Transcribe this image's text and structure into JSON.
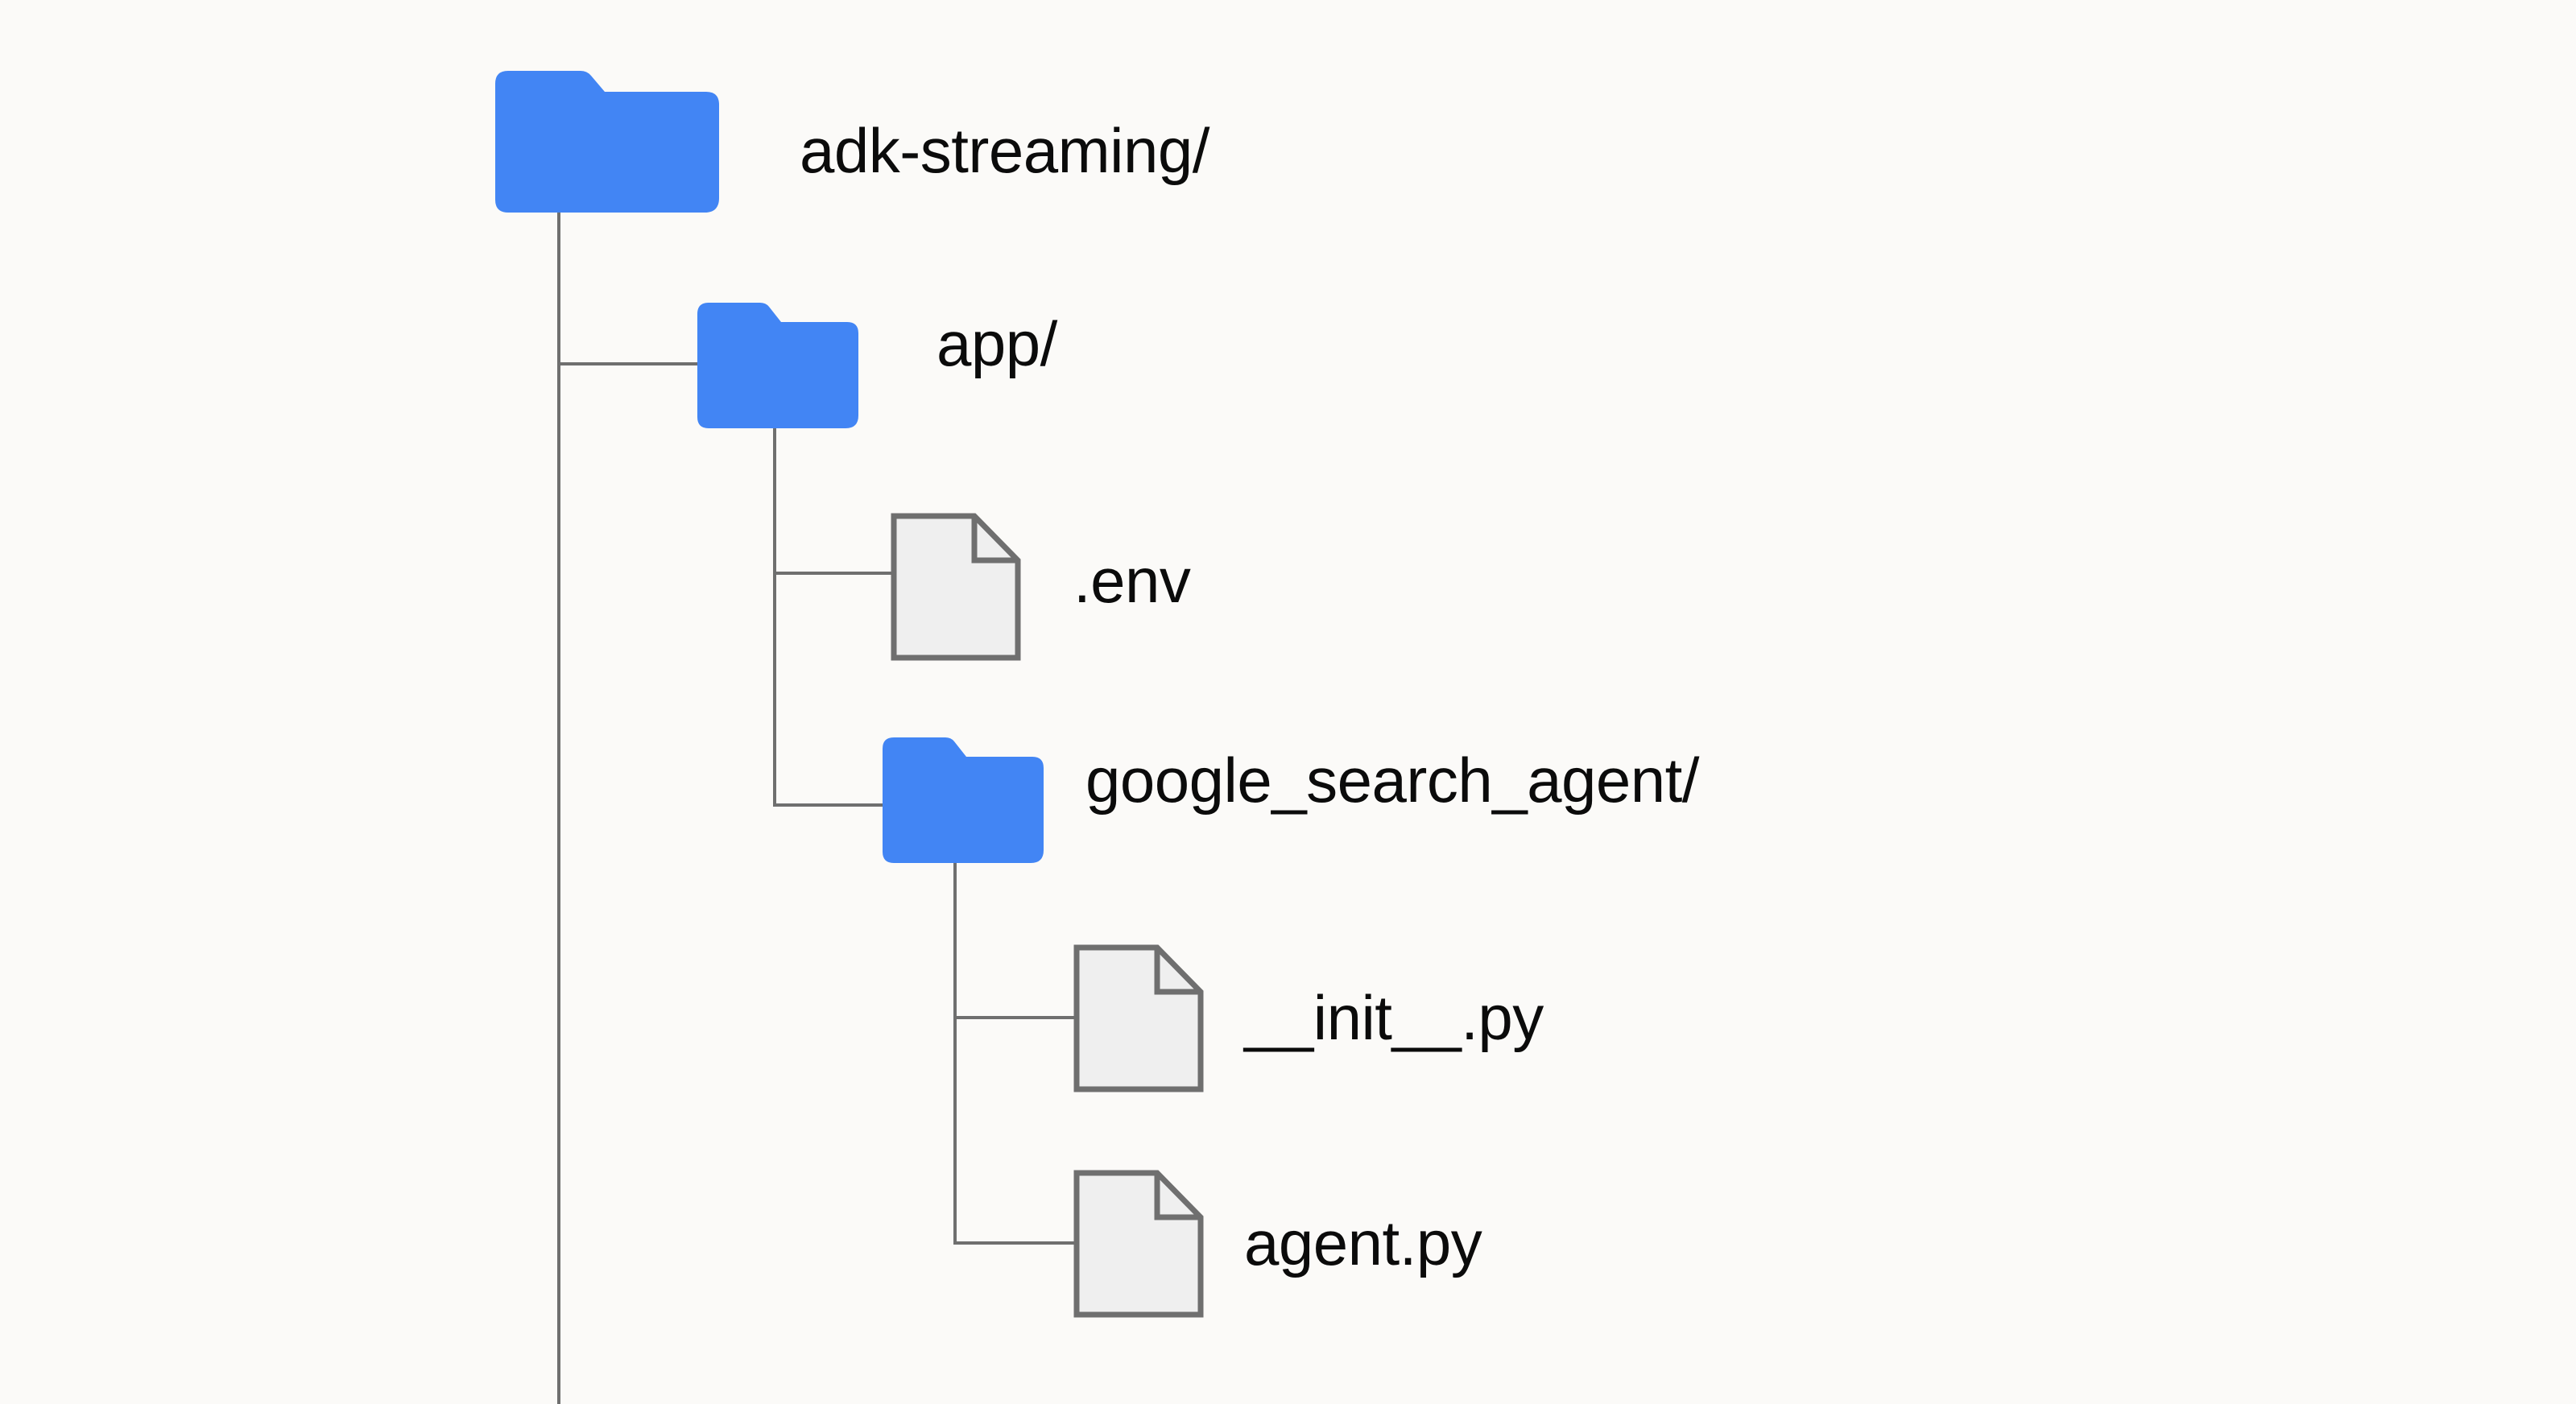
{
  "diagram": {
    "type": "file-tree",
    "title": "adk-streaming project structure",
    "background_color": "#FBFAF8",
    "folder_color": "#4285F4",
    "file_stroke_color": "#6F6F6F",
    "file_fill_color": "#EFEFEF",
    "connector_color": "#6F6F6F",
    "text_color": "#0B0B0B"
  },
  "tree": {
    "root": {
      "label": "adk-streaming/",
      "icon": "folder-icon",
      "depth": 0
    },
    "nodes": [
      {
        "label": "app/",
        "icon": "folder-icon",
        "depth": 1,
        "kind": "folder"
      },
      {
        "label": ".env",
        "icon": "file-icon",
        "depth": 2,
        "kind": "file"
      },
      {
        "label": "google_search_agent/",
        "icon": "folder-icon",
        "depth": 2,
        "kind": "folder"
      },
      {
        "label": "__init__.py",
        "icon": "file-icon",
        "depth": 3,
        "kind": "file"
      },
      {
        "label": "agent.py",
        "icon": "file-icon",
        "depth": 3,
        "kind": "file"
      }
    ]
  }
}
